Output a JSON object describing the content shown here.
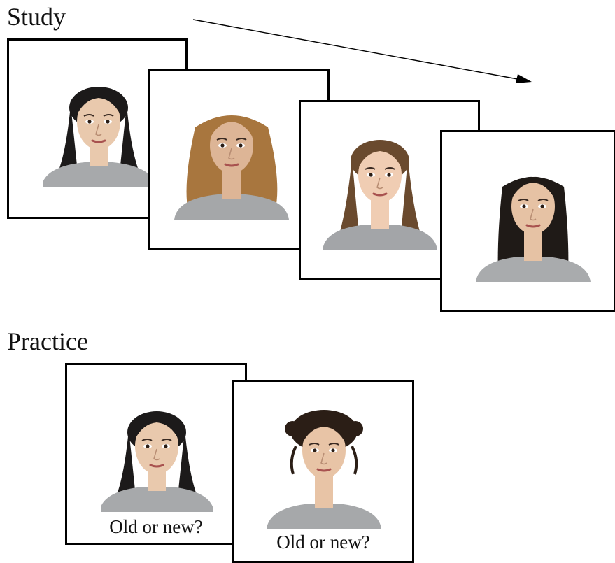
{
  "sections": {
    "study_label": "Study",
    "practice_label": "Practice"
  },
  "study_faces": [
    {
      "id": "face-a",
      "hair": "#1c1a1a",
      "skin": "#e9c9ad",
      "shirt": "#a7a9ab",
      "style": "pulled-back"
    },
    {
      "id": "face-b",
      "hair": "#a8763e",
      "skin": "#ddb596",
      "shirt": "#a5a7a9",
      "style": "long-wavy"
    },
    {
      "id": "face-c",
      "hair": "#6a4a2e",
      "skin": "#f0cdb3",
      "shirt": "#a3a5a8",
      "style": "pulled-back"
    },
    {
      "id": "face-d",
      "hair": "#1f1a17",
      "skin": "#e6c2a4",
      "shirt": "#a9abad",
      "style": "long-straight"
    }
  ],
  "practice_faces": [
    {
      "id": "face-a",
      "hair": "#1c1a1a",
      "skin": "#e9c9ad",
      "shirt": "#a7a9ab",
      "style": "pulled-back",
      "prompt": "Old or new?"
    },
    {
      "id": "face-e",
      "hair": "#2b1e16",
      "skin": "#e8c4a6",
      "shirt": "#a6a8aa",
      "style": "curly-up",
      "prompt": "Old or new?"
    }
  ]
}
